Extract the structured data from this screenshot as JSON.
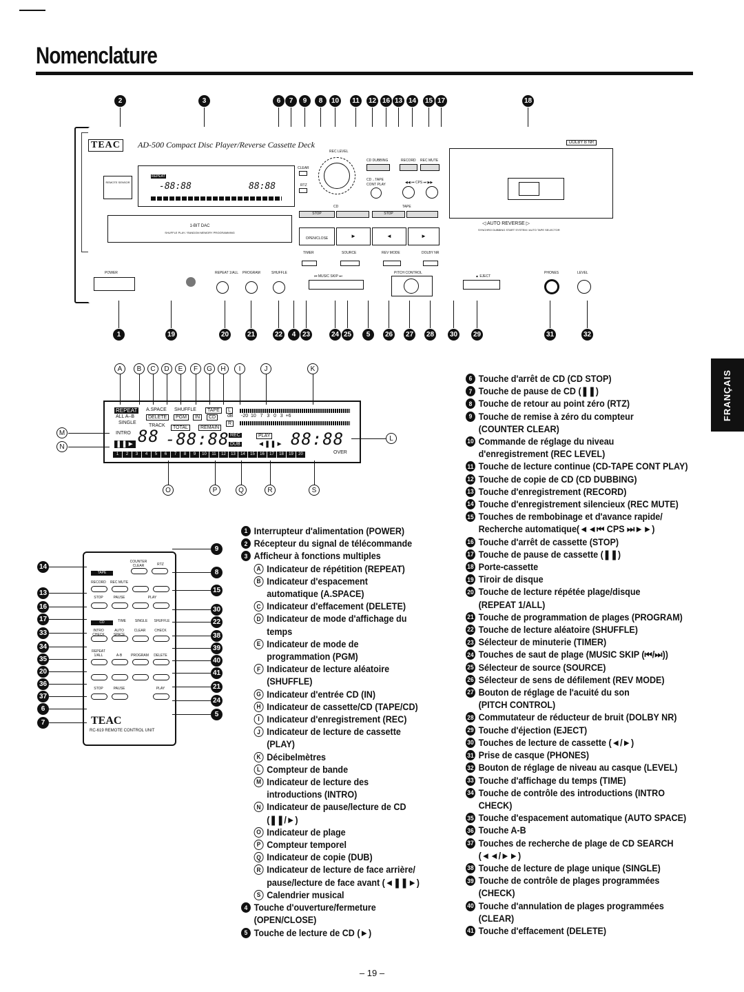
{
  "page": {
    "title": "Nomenclature",
    "side_tab": "FRANÇAIS",
    "page_number": "– 19 –"
  },
  "deck": {
    "brand": "TEAC",
    "model": "AD-500 Compact Disc Player/Reverse Cassette Deck",
    "dolby": "DOLBY B NR",
    "tray_label": "1-BIT DAC",
    "tray_sub": "SHUFFLE PLAY / RANDOM MEMORY PROGRAMMING",
    "sensor": "REMOTE SENSOR",
    "auto_reverse": "◁ AUTO REVERSE ▷",
    "auto_reverse_sub": "SYNCHRO DUBBING START SYSTEM / AUTO TAPE SELECTOR",
    "labels": {
      "rec_level": "REC LEVEL",
      "clear": "CLEAR",
      "rtz": "RTZ",
      "cd_dubbing": "CD DUBBING",
      "record": "RECORD",
      "rec_mute": "REC MUTE",
      "cd_tape": "CD→TAPE",
      "cont_play": "CONT PLAY",
      "cps": "◀◀ ⏮ CPS ⏭ ▶▶",
      "cd": "CD",
      "tape": "TAPE",
      "stop": "STOP",
      "open_close": "OPEN/CLOSE",
      "timer": "TIMER",
      "source": "SOURCE",
      "rev_mode": "REV MODE",
      "dolby_nr": "DOLBY NR",
      "power": "POWER",
      "repeat": "REPEAT 1/ALL",
      "program": "PROGRAM",
      "shuffle": "SHUFFLE",
      "music_skip": "⏮ MUSIC SKIP ⏭",
      "pitch_control": "PITCH CONTROL",
      "eject": "▲ EJECT",
      "phones": "PHONES",
      "level": "LEVEL"
    },
    "top_callouts": [
      "2",
      "3",
      "6",
      "7",
      "9",
      "8",
      "10",
      "11",
      "12",
      "16",
      "13",
      "14",
      "15",
      "17",
      "18"
    ],
    "bottom_callouts": [
      "1",
      "19",
      "20",
      "21",
      "22",
      "4",
      "23",
      "24",
      "25",
      "5",
      "26",
      "27",
      "28",
      "30",
      "29",
      "31",
      "32"
    ]
  },
  "lcd": {
    "top_letters": [
      "A",
      "B",
      "C",
      "D",
      "E",
      "F",
      "G",
      "H",
      "I",
      "J",
      "K"
    ],
    "bottom_letters": [
      "O",
      "P",
      "Q",
      "R",
      "S"
    ],
    "side_left": [
      "M",
      "N"
    ],
    "side_right": "L",
    "repeat": "REPEAT",
    "all_ab": "ALL  A–B",
    "single": "SINGLE",
    "aspace": "A.SPACE",
    "delete": "DELETE",
    "shuffle": "SHUFFLE",
    "pgm": "PGM",
    "in": "IN",
    "tape": "TAPE",
    "cd": "CD",
    "track": "TRACK",
    "total": "TOTAL",
    "remain": "REMAIN",
    "intro": "INTRO",
    "rec": "REC",
    "dub": "DUB",
    "play": "PLAY",
    "l": "L",
    "r": "R",
    "db": "dB",
    "scale": "-20  10   7   3   0   3  +6",
    "segs1": "88",
    "segs2": "-88:88",
    "segs3": "88:88",
    "calendar": [
      "1",
      "2",
      "3",
      "4",
      "5",
      "6",
      "7",
      "8",
      "9",
      "10",
      "11",
      "12",
      "13",
      "14",
      "15",
      "16",
      "17",
      "18",
      "19",
      "20"
    ],
    "over": "OVER"
  },
  "remote": {
    "brand": "TEAC",
    "model": "RC-619 REMOTE CONTROL UNIT",
    "left_callouts": [
      "14",
      "13",
      "16",
      "17",
      "33",
      "34",
      "35",
      "20",
      "36",
      "37",
      "6",
      "7"
    ],
    "right_callouts": [
      "9",
      "8",
      "15",
      "30",
      "22",
      "38",
      "39",
      "40",
      "41",
      "21",
      "24",
      "5"
    ],
    "labels": {
      "counter_clear": "COUNTER CLEAR",
      "rtz": "RTZ",
      "tape": "TAPE",
      "record": "RECORD",
      "rec_mute": "REC MUTE",
      "stop": "STOP",
      "pause": "PAUSE",
      "play": "PLAY",
      "cd": "CD",
      "time": "TIME",
      "single": "SINGLE",
      "shuffle": "SHUFFLE",
      "intro_check": "INTRO CHECK",
      "auto_space": "AUTO SPACE",
      "clear": "CLEAR",
      "check": "CHECK",
      "repeat": "REPEAT 1/ALL",
      "ab": "A-B",
      "program": "PROGRAM",
      "delete": "DELETE"
    }
  },
  "list_mid": {
    "items": [
      {
        "n": "1",
        "t": "Interrupteur d'alimentation (POWER)"
      },
      {
        "n": "2",
        "t": "Récepteur du signal de télécommande"
      },
      {
        "n": "3",
        "t": "Afficheur à fonctions multiples"
      }
    ],
    "subs": [
      {
        "l": "A",
        "t": "Indicateur de répétition (REPEAT)"
      },
      {
        "l": "B",
        "t": "Indicateur d'espacement",
        "c": "automatique (A.SPACE)"
      },
      {
        "l": "C",
        "t": "Indicateur d'effacement (DELETE)"
      },
      {
        "l": "D",
        "t": "Indicateur de mode d'affichage du",
        "c": "temps"
      },
      {
        "l": "E",
        "t": "Indicateur de mode de",
        "c": "programmation (PGM)"
      },
      {
        "l": "F",
        "t": "Indicateur de lecture aléatoire",
        "c": "(SHUFFLE)"
      },
      {
        "l": "G",
        "t": "Indicateur d'entrée CD (IN)"
      },
      {
        "l": "H",
        "t": "Indicateur de cassette/CD (TAPE/CD)"
      },
      {
        "l": "I",
        "t": "Indicateur d'enregistrement (REC)"
      },
      {
        "l": "J",
        "t": "Indicateur de lecture de cassette",
        "c": "(PLAY)"
      },
      {
        "l": "K",
        "t": "Décibelmètres"
      },
      {
        "l": "L",
        "t": "Compteur de bande"
      },
      {
        "l": "M",
        "t": "Indicateur de lecture des",
        "c": "introductions (INTRO)"
      },
      {
        "l": "N",
        "t": "Indicateur de pause/lecture de CD",
        "c": "(❚❚/►)"
      },
      {
        "l": "O",
        "t": "Indicateur de plage"
      },
      {
        "l": "P",
        "t": "Compteur temporel"
      },
      {
        "l": "Q",
        "t": "Indicateur de copie (DUB)"
      },
      {
        "l": "R",
        "t": "Indicateur de lecture de face arrière/",
        "c": "pause/lecture de face avant (◄❚❚►)"
      },
      {
        "l": "S",
        "t": "Calendrier musical"
      }
    ],
    "tail": [
      {
        "n": "4",
        "t": "Touche d'ouverture/fermeture",
        "c": "(OPEN/CLOSE)"
      },
      {
        "n": "5",
        "t": "Touche de lecture de CD (►)"
      }
    ]
  },
  "list_right": [
    {
      "n": "6",
      "t": "Touche d'arrêt de CD (CD STOP)"
    },
    {
      "n": "7",
      "t": "Touche de pause de CD (❚❚)"
    },
    {
      "n": "8",
      "t": "Touche de retour au point zéro (RTZ)"
    },
    {
      "n": "9",
      "t": "Touche de remise à zéro du compteur",
      "c": "(COUNTER CLEAR)"
    },
    {
      "n": "10",
      "t": "Commande de réglage du niveau",
      "c": "d'enregistrement (REC LEVEL)"
    },
    {
      "n": "11",
      "t": "Touche de lecture continue (CD-TAPE CONT PLAY)"
    },
    {
      "n": "12",
      "t": "Touche de copie de CD (CD DUBBING)"
    },
    {
      "n": "13",
      "t": "Touche d'enregistrement (RECORD)"
    },
    {
      "n": "14",
      "t": "Touche d'enregistrement silencieux (REC MUTE)"
    },
    {
      "n": "15",
      "t": "Touches de rembobinage et d'avance rapide/",
      "c": "Recherche automatique(◄◄⏮ CPS ⏭►►)"
    },
    {
      "n": "16",
      "t": "Touche d'arrêt de cassette (STOP)"
    },
    {
      "n": "17",
      "t": "Touche de pause de cassette (❚❚)"
    },
    {
      "n": "18",
      "t": "Porte-cassette"
    },
    {
      "n": "19",
      "t": "Tiroir de disque"
    },
    {
      "n": "20",
      "t": "Touche de lecture répétée plage/disque",
      "c": "(REPEAT 1/ALL)"
    },
    {
      "n": "21",
      "t": "Touche de programmation de plages (PROGRAM)"
    },
    {
      "n": "22",
      "t": "Touche de lecture aléatoire (SHUFFLE)"
    },
    {
      "n": "23",
      "t": "Sélecteur de minuterie (TIMER)"
    },
    {
      "n": "24",
      "t": "Touches de saut de plage (MUSIC SKIP (⏮/⏭))"
    },
    {
      "n": "25",
      "t": "Sélecteur de source (SOURCE)"
    },
    {
      "n": "26",
      "t": "Sélecteur de sens de défilement (REV MODE)"
    },
    {
      "n": "27",
      "t": "Bouton de réglage de l'acuité du son",
      "c": "(PITCH CONTROL)"
    },
    {
      "n": "28",
      "t": "Commutateur de réducteur de bruit (DOLBY NR)"
    },
    {
      "n": "29",
      "t": "Touche d'éjection (EJECT)"
    },
    {
      "n": "30",
      "t": "Touches de lecture de cassette (◄/►)"
    },
    {
      "n": "31",
      "t": "Prise de casque (PHONES)"
    },
    {
      "n": "32",
      "t": "Bouton de réglage de niveau au casque (LEVEL)"
    },
    {
      "n": "33",
      "t": "Touche d'affichage du temps (TIME)"
    },
    {
      "n": "34",
      "t": "Touche de contrôle des introductions (INTRO",
      "c": "CHECK)"
    },
    {
      "n": "35",
      "t": "Touche d'espacement automatique (AUTO SPACE)"
    },
    {
      "n": "36",
      "t": "Touche A-B"
    },
    {
      "n": "37",
      "t": "Touches de recherche de plage de CD SEARCH",
      "c": "(◄◄/►►)"
    },
    {
      "n": "38",
      "t": "Touche de lecture de plage unique (SINGLE)"
    },
    {
      "n": "39",
      "t": "Touche de contrôle de plages programmées",
      "c": "(CHECK)"
    },
    {
      "n": "40",
      "t": "Touche d'annulation de plages programmées",
      "c": "(CLEAR)"
    },
    {
      "n": "41",
      "t": "Touche d'effacement (DELETE)"
    }
  ]
}
